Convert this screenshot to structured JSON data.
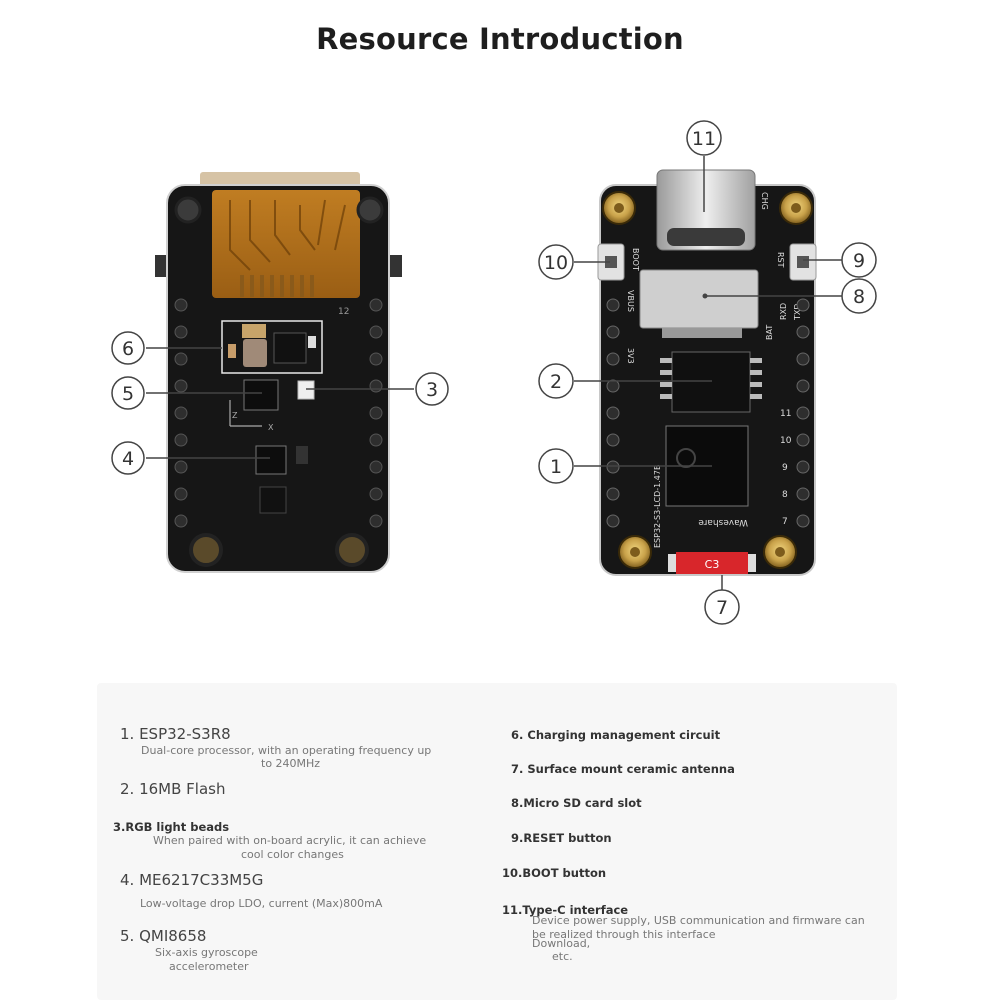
{
  "title": "Resource Introduction",
  "callouts": {
    "c1": "1",
    "c2": "2",
    "c3": "3",
    "c4": "4",
    "c5": "5",
    "c6": "6",
    "c7": "7",
    "c8": "8",
    "c9": "9",
    "c10": "10",
    "c11": "11"
  },
  "board_labels": {
    "esp_chip": "ESP32-S3-LCD-1.47B",
    "brand": "Waveshare",
    "boot": "BOOT",
    "reset": "RST",
    "chg": "CHG",
    "vbus": "VBUS",
    "pin_3v3": "3V3",
    "bat": "BAT",
    "rxd": "RXD",
    "txd": "TXD",
    "c3": "C3",
    "pin_12": "12",
    "axis_z": "Z",
    "axis_x": "X",
    "right_pins": [
      "11",
      "10",
      "9",
      "8",
      "7"
    ]
  },
  "resources": {
    "r1": {
      "name": "1. ESP32-S3R8",
      "desc_line1": "Dual-core processor, with an operating frequency up",
      "desc_line2": "to 240MHz"
    },
    "r2": {
      "name": "2. 16MB Flash"
    },
    "r3": {
      "name": "3.RGB light beads",
      "desc_line1": "When paired with on-board acrylic, it can achieve",
      "desc_line2": "cool color changes"
    },
    "r4": {
      "name": "4. ME6217C33M5G",
      "desc": "Low-voltage drop LDO, current (Max)800mA"
    },
    "r5": {
      "name": "5. QMI8658",
      "desc_line1": "Six-axis gyroscope",
      "desc_line2": "accelerometer"
    },
    "r6": {
      "name": "6. Charging management circuit"
    },
    "r7": {
      "name": "7. Surface mount ceramic antenna"
    },
    "r8": {
      "name": "8.Micro SD card slot"
    },
    "r9": {
      "name": "9.RESET button"
    },
    "r10": {
      "name": "10.BOOT button"
    },
    "r11": {
      "name": "11.Type-C interface",
      "desc_line1": "Device power supply, USB communication and firmware can",
      "desc_line2": "be realized through this interface",
      "desc_line3": "Download,",
      "desc_line4": "etc."
    }
  },
  "colors": {
    "pcb": "#161616",
    "gold": "#c9a24a",
    "fpc": "#b8751c",
    "antenna": "#d8262b",
    "panel_bg": "#f7f7f7"
  }
}
